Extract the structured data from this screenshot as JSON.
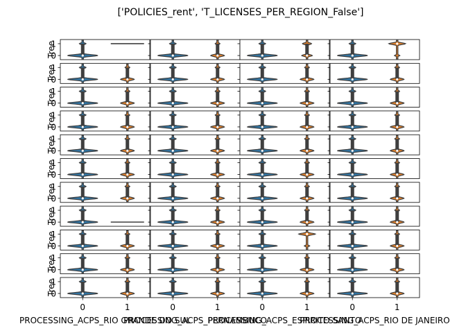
{
  "figure": {
    "suptitle": "['POLICIES_rent', 'T_LICENSES_PER_REGION_False']"
  },
  "chart_data": {
    "type": "violin",
    "title": "['POLICIES_rent', 'T_LICENSES_PER_REGION_False']",
    "rows": 11,
    "cols": 4,
    "row_ylabel": "Tree",
    "ytick_labels": [
      "0",
      "1"
    ],
    "xtick_labels": [
      "0",
      "1"
    ],
    "ylim": [
      -0.35,
      1.35
    ],
    "column_xlabels": [
      "PROCESSING_ACPS_RIO GRANDE DO SUL",
      "PROCESSING_ACPS_PERNAMBUCO",
      "PROCESSING_ACPS_ESPIRITO SANTO",
      "PROCESSING_ACPS_RIO DE JANEIRO"
    ],
    "category_colors": {
      "0": "#3274a1",
      "1": "#e1812c"
    },
    "panel_shape_legend": {
      "A": "group 0 mostly 0 (wide base, thin top)",
      "B": "group 1 mostly 0 (wide base, narrow top)",
      "C": "group 1 all 1 (flat line at 1)",
      "D": "group 1 all 0 (flat line at 0)",
      "E": "group 1 mostly 1 (wide top)",
      "F": "group 1 balanced (both ends)"
    },
    "panel_shapes": [
      [
        "C",
        "B",
        "F",
        "E"
      ],
      [
        "B",
        "B",
        "B",
        "B"
      ],
      [
        "B",
        "B",
        "B",
        "B"
      ],
      [
        "B",
        "B",
        "B",
        "B"
      ],
      [
        "B",
        "B",
        "B",
        "B"
      ],
      [
        "B",
        "B",
        "B",
        "B"
      ],
      [
        "B",
        "B",
        "B",
        "B"
      ],
      [
        "D",
        "B",
        "B",
        "B"
      ],
      [
        "B",
        "B",
        "E",
        "B"
      ],
      [
        "B",
        "B",
        "B",
        "B"
      ],
      [
        "B",
        "B",
        "B",
        "B"
      ]
    ]
  }
}
